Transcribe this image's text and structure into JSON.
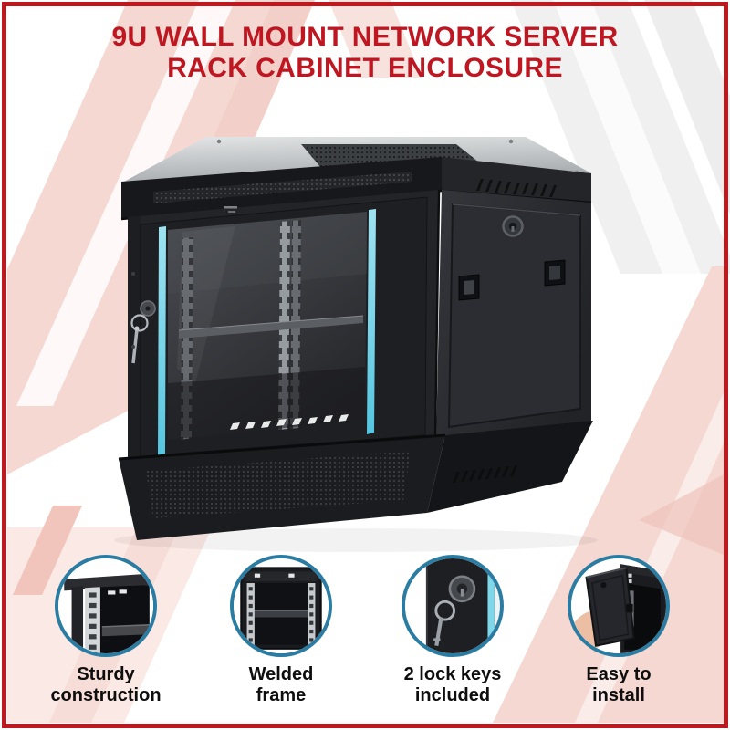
{
  "banner": {
    "title": {
      "line1": "9U WALL MOUNT NETWORK SERVER",
      "line2": "RACK CABINET ENCLOSURE"
    },
    "product_photo": {
      "name": "9U wall mount network server rack cabinet",
      "description": "Black steel wall-mount server cabinet with tempered glass front door, cyan door edge strips, key locks, vented top and side panels"
    },
    "features": [
      {
        "icon": "rack-corner-rail-photo",
        "line1": "Sturdy",
        "line2": "construction"
      },
      {
        "icon": "welded-frame-interior-photo",
        "line1": "Welded",
        "line2": "frame"
      },
      {
        "icon": "door-lock-with-keys-photo",
        "line1": "2 lock keys",
        "line2": "included"
      },
      {
        "icon": "hand-installing-panel-photo",
        "line1": "Easy to",
        "line2": "install"
      }
    ],
    "colors": {
      "title_red": "#bf1722",
      "frame_red": "#c0181f",
      "feature_circle_border": "#2b7ca2",
      "door_trim_cyan": "#79d6ea",
      "stripe_pink": "#f5d8d2",
      "stripe_gray": "#f0f0f0"
    }
  }
}
